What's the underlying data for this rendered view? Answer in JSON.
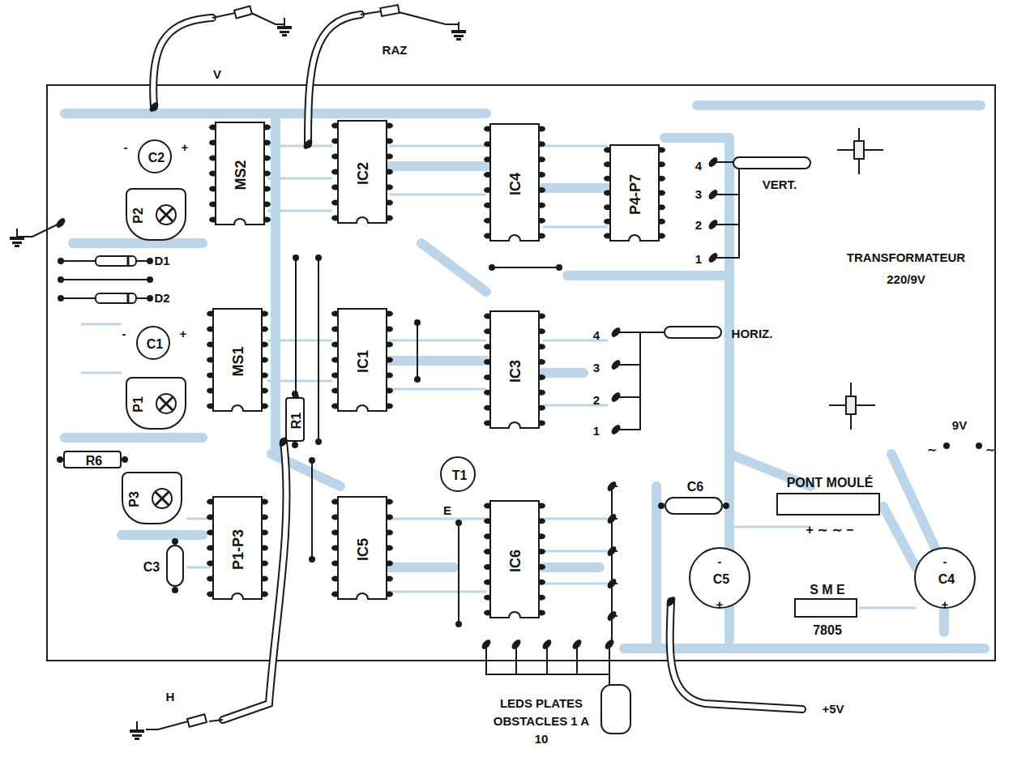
{
  "diagram": {
    "nodes": [
      {
        "text": [
          "MS2"
        ]
      },
      {
        "text": [
          "IC2"
        ]
      },
      {
        "text": [
          "IC4"
        ]
      },
      {
        "text": [
          "P4-P7"
        ]
      },
      {
        "text": [
          "MS1"
        ]
      },
      {
        "text": [
          "IC1"
        ]
      },
      {
        "text": [
          "IC3"
        ]
      },
      {
        "text": [
          "P1-P3"
        ]
      },
      {
        "text": [
          "IC5"
        ]
      },
      {
        "text": [
          "IC6"
        ]
      },
      {
        "text": [
          "C2"
        ]
      },
      {
        "text": [
          "C1"
        ]
      },
      {
        "text": [
          "P2"
        ]
      },
      {
        "text": [
          "P1"
        ]
      },
      {
        "text": [
          "P3"
        ]
      },
      {
        "text": [
          "R1"
        ]
      },
      {
        "text": [
          "R6"
        ]
      },
      {
        "text": [
          "T1"
        ]
      },
      {
        "text": [
          "C3"
        ]
      },
      {
        "text": [
          "C6"
        ]
      },
      {
        "text": [
          "C5"
        ]
      },
      {
        "text": [
          "C4"
        ]
      },
      {
        "text": [
          "PONT MOULÉ",
          "+ ∼ ∼ −"
        ]
      },
      {
        "text": [
          "S M E",
          "7805"
        ]
      }
    ],
    "labels": [
      "V",
      "RAZ",
      "H",
      "VERT.",
      "4",
      "3",
      "2",
      "1",
      "TRANSFORMATEUR",
      "220/9V",
      "HORIZ.",
      "4",
      "3",
      "2",
      "1",
      "9V",
      "∼",
      "∼",
      "LEDS PLATES OBSTACLES 1 A 10",
      "+5V",
      "D1",
      "D2",
      "-",
      "+",
      "-",
      "+",
      "-",
      "+",
      "-",
      "+",
      "E"
    ]
  }
}
